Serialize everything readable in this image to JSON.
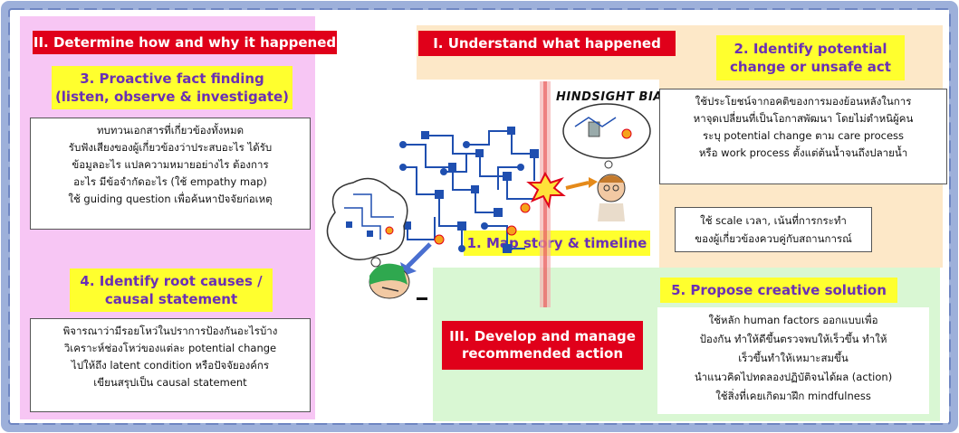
{
  "sections": {
    "determine": {
      "title": "II. Determine how and why it happened",
      "step3": {
        "line1": "3. Proactive fact finding",
        "line2": "(listen, observe & investigate)",
        "text": [
          "ทบทวนเอกสารที่เกี่ยวข้องทั้งหมด",
          "รับฟังเสียงของผู้เกี่ยวข้องว่าประสบอะไร ได้รับ",
          "ข้อมูลอะไร แปลความหมายอย่างไร ต้องการ",
          "อะไร มีข้อจำกัดอะไร (ใช้ empathy map)",
          "ใช้ guiding question เพื่อค้นหาปัจจัยก่อเหตุ"
        ]
      },
      "step4": {
        "line1": "4. Identify root causes /",
        "line2": "causal statement",
        "text": [
          "พิจารณาว่ามีรอยโหว่ในปราการป้องกันอะไรบ้าง",
          "วิเคราะห์ช่องโหว่ของแต่ละ potential change",
          "ไปให้ถึง latent condition หรือปัจจัยองค์กร",
          "เขียนสรุปเป็น causal statement"
        ]
      }
    },
    "understand": {
      "title": "I. Understand what happened",
      "step1": "1. Map story & timeline",
      "timeline_text": [
        "ใช้ scale เวลา, เน้นที่การกระทำ",
        "ของผู้เกี่ยวข้องควบคู่กับสถานการณ์"
      ],
      "step2": {
        "line1": "2. Identify potential",
        "line2": "change or unsafe act",
        "text": [
          "ใช้ประโยชน์จากอคติของการมองย้อนหลังในการ",
          "หาจุดเปลี่ยนที่เป็นโอกาสพัฒนา โดยไม่ตำหนิผู้คน",
          "ระบุ potential change ตาม care process",
          "หรือ work process ตั้งแต่ต้นน้ำจนถึงปลายน้ำ"
        ]
      },
      "hindsight_label": "HINDSIGHT BIAS"
    },
    "develop": {
      "title_line1": "III. Develop and manage",
      "title_line2": "recommended action",
      "step5": "5. Propose creative solution",
      "text": [
        "ใช้หลัก human factors ออกแบบเพื่อ",
        "ป้องกัน ทำให้ดีขึ้นตรวจพบให้เร็วขึ้น ทำให้",
        "เร็วขึ้นทำให้เหมาะสมขึ้น",
        "นำแนวคิดไปทดลองปฏิบัติจนได้ผล (action)",
        "ใช้สิ่งที่เคยเกิดมาฝึก mindfulness"
      ]
    }
  },
  "colors": {
    "red": "#e0001a",
    "yellow": "#ffff2e",
    "purple_text": "#6a2fb5",
    "pink_panel": "#f7c6f4",
    "orange_panel": "#fde8c8",
    "green_panel": "#d9f7d3",
    "frame_blue": "#7f95c9",
    "node_blue": "#1f4fb0"
  },
  "icons": [
    "process-network-icon",
    "explosion-icon",
    "thinking-person-icon",
    "sleeping-person-icon",
    "thought-bubble-icon"
  ]
}
